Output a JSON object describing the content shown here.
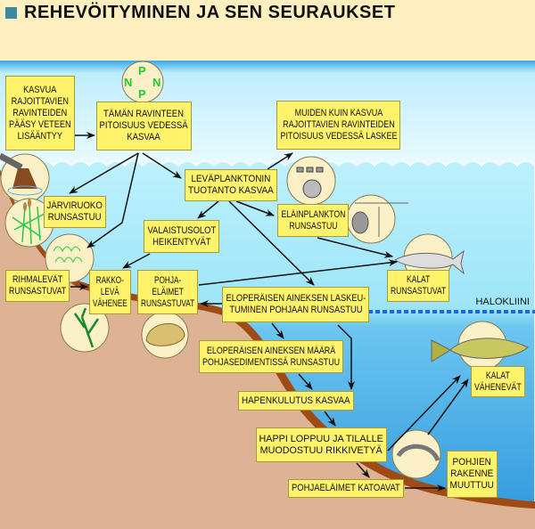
{
  "title": "REHEVÖITYMINEN JA SEN SEURAUKSET",
  "nutrient_icon": {
    "letters": [
      "N",
      "P",
      "N",
      "P"
    ]
  },
  "halocline_label": "HALOKLIINI",
  "boxes": {
    "kasvua": "KASVUA\nRAJOITTAVIEN\nRAVINTEIDEN\nPÄÄSY VETEEN\nLISÄÄNTYY",
    "taman": "TÄMÄN RAVINTEEN\nPITOISUUS VEDESSÄ\nKASVAA",
    "muiden": "MUIDEN KUIN KASVUA\nRAJOITTAVIEN RAVINTEIDEN\nPITOISUUS VEDESSÄ LASKEE",
    "leva": "LEVÄPLANKTONIN\nTUOTANTO KASVAA",
    "jarviruoko": "JÄRVIRUOKO\nRUNSASTUU",
    "valaistus": "VALAISTUSOLOT\nHEIKENTYVÄT",
    "elain": "ELÄINPLANKTON\nRUNSASTUU",
    "rihmalevat": "RIHMALEVÄT\nRUNSASTUVAT",
    "rakko": "RAKKO-\nLEVÄ\nVÄHENEE",
    "pohja": "POHJA-\nELÄIMET\nRUNSASTUVAT",
    "eloper1": "ELOPERÄISEN AINEKSEN LASKEU-\nTUMINEN POHJAAN RUNSASTUU",
    "kalat1": "KALAT\nRUNSASTUVAT",
    "eloper2": "ELOPERÄISEN AINEKSEN MÄÄRÄ\nPOHJASEDIMENTISSÄ RUNSASTUU",
    "hapen": "HAPENKULUTUS KASVAA",
    "happi": "HAPPI LOPPUU JA TILALLE\nMUODOSTUU RIKKIVETYÄ",
    "pohjael": "POHJAELÄIMET KATOAVAT",
    "pohjien": "POHJIEN\nRAKENNE\nMUUTTUU",
    "kalat2": "KALAT\nVÄHENEVÄT"
  },
  "colors": {
    "box": "#fff36b",
    "water": "#9ee6f7",
    "deep_water": "#3aa6e0",
    "sediment": "#ddb394",
    "header": "#fdefc0",
    "halocline": "#2266dd"
  }
}
